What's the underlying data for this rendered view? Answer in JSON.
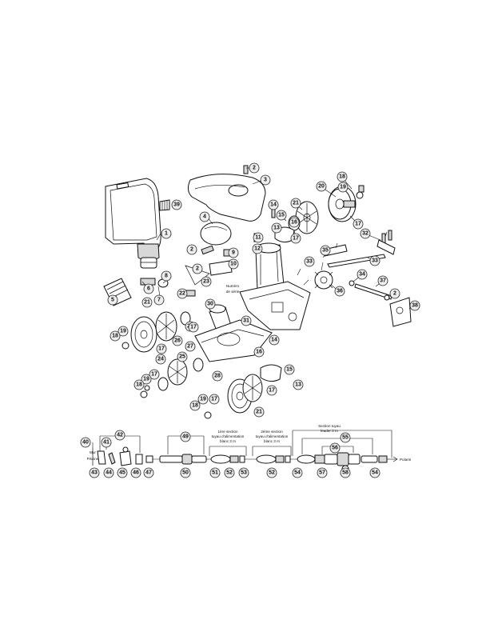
{
  "diagram": {
    "labels": {
      "serial_number": [
        "Numéro",
        "de série"
      ],
      "wall_label": [
        "Mur",
        "Piscine"
      ],
      "section_1": [
        "1ère section",
        "tuyau d'alimentation",
        "blanc 3 m"
      ],
      "section_2": [
        "2ème section",
        "tuyau d'alimentation",
        "blanc 3 m"
      ],
      "section_leader": [
        "Section tuyau",
        "leader 3 m"
      ],
      "polaris": "Polaris"
    },
    "callouts": {
      "p1": "1",
      "p2a": "2",
      "p3": "3",
      "p4": "4",
      "p5": "5",
      "p6": "6",
      "p7": "7",
      "p8": "8",
      "p2b": "2",
      "p9": "9",
      "p10": "10",
      "p11": "11",
      "p12": "12",
      "p13a": "13",
      "p14a": "14",
      "p15a": "15",
      "p16a": "16",
      "p17a": "17",
      "p18a": "18",
      "p19a": "19",
      "p20": "20",
      "p21a": "21",
      "p22": "22",
      "p23": "23",
      "p2c": "2",
      "p32": "32",
      "p33a": "33",
      "p33b": "33",
      "p35": "35",
      "p34": "34",
      "p36": "36",
      "p37": "37",
      "p2d": "2",
      "p38": "38",
      "p39": "39",
      "p30": "30",
      "p31": "31",
      "p29": "29",
      "p26": "26",
      "p27": "27",
      "p25": "25",
      "p28": "28",
      "p24": "24",
      "p21b": "21",
      "p19b": "19",
      "p18b": "18",
      "p17b": "17",
      "p17c": "17",
      "p17d": "17",
      "p19c": "19",
      "p18c": "18",
      "p16b": "16",
      "p14b": "14",
      "p15b": "15",
      "p13b": "13",
      "p17e": "17",
      "p21c": "21",
      "p19d": "19",
      "p18d": "18",
      "p17f": "17",
      "b40": "40",
      "b41": "41",
      "b42": "42",
      "b43": "43",
      "b44": "44",
      "b45": "45",
      "b46": "46",
      "b47": "47",
      "b49": "49",
      "b50": "50",
      "b51": "51",
      "b52a": "52",
      "b53": "53",
      "b52b": "52",
      "b54a": "54",
      "b55": "55",
      "b56": "56",
      "b57": "57",
      "b58": "58",
      "b54b": "54"
    }
  }
}
